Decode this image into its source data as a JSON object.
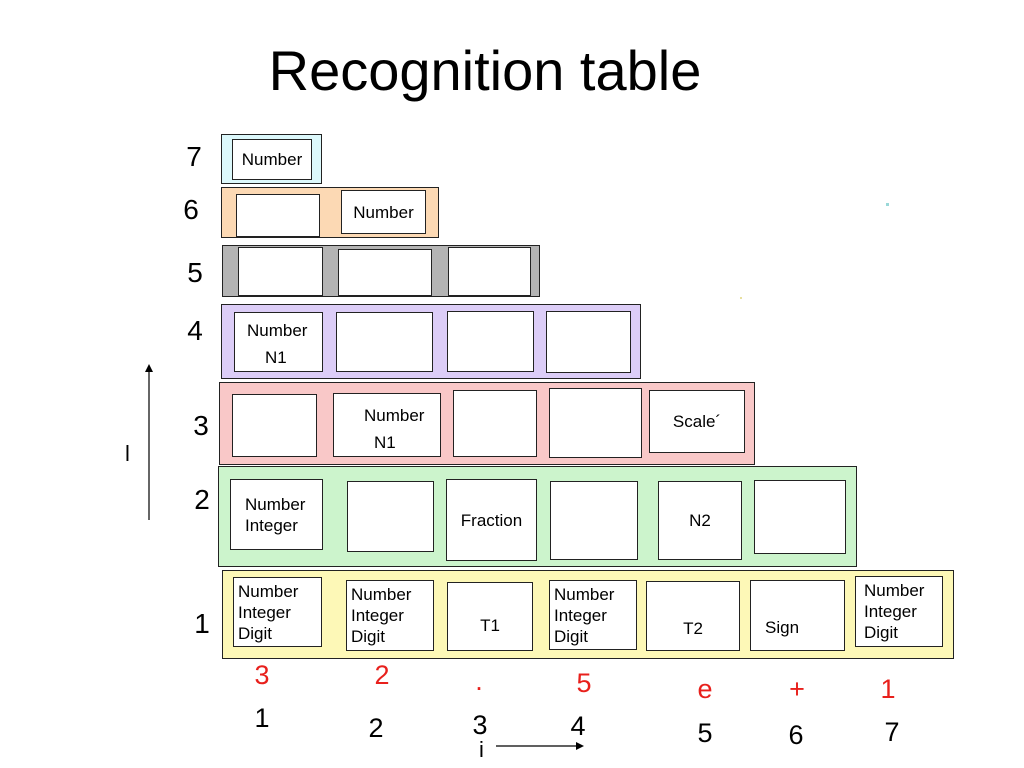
{
  "title": "Recognition table",
  "colors": {
    "row7": "#dcf8fb",
    "row6": "#fcd9b4",
    "row5": "#b4b4b4",
    "row4": "#dccdf7",
    "row3": "#f9c8c8",
    "row2": "#ccf4cc",
    "row1": "#fdf8b7",
    "input_chars": "#e8201c"
  },
  "vertical_axis_label": "l",
  "horizontal_axis_label": "i",
  "rows": [
    {
      "index": "7",
      "cells": [
        [
          "Number"
        ]
      ]
    },
    {
      "index": "6",
      "cells": [
        [],
        [
          "Number"
        ]
      ]
    },
    {
      "index": "5",
      "cells": [
        [],
        [],
        []
      ]
    },
    {
      "index": "4",
      "cells": [
        [
          "Number",
          "N1"
        ],
        [],
        [],
        []
      ]
    },
    {
      "index": "3",
      "cells": [
        [],
        [
          "Number",
          "N1"
        ],
        [],
        [],
        [
          "Scale´"
        ]
      ]
    },
    {
      "index": "2",
      "cells": [
        [
          "Number",
          "Integer"
        ],
        [],
        [
          "Fraction"
        ],
        [],
        [
          "N2"
        ],
        []
      ]
    },
    {
      "index": "1",
      "cells": [
        [
          "Number",
          "Integer",
          "Digit"
        ],
        [
          "Number",
          "Integer",
          "Digit"
        ],
        [
          "T1"
        ],
        [
          "Number",
          "Integer",
          "Digit"
        ],
        [
          "T2"
        ],
        [
          "Sign"
        ],
        [
          "Number",
          "Integer",
          "Digit"
        ]
      ]
    }
  ],
  "input_chars": [
    "3",
    "2",
    ".",
    "5",
    "e",
    "+",
    "1"
  ],
  "positions": [
    "1",
    "2",
    "3",
    "4",
    "5",
    "6",
    "7"
  ]
}
